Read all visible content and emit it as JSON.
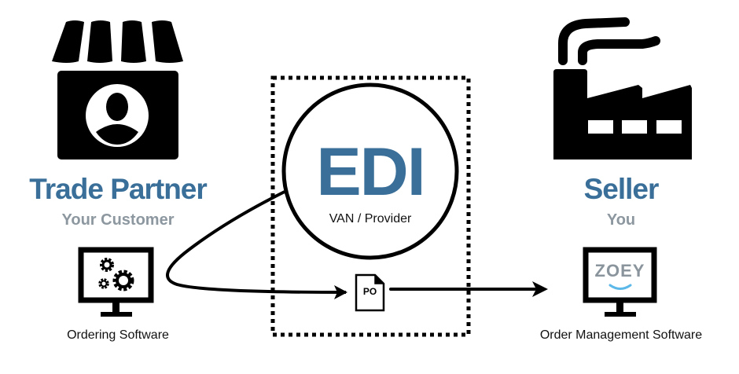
{
  "diagram": {
    "left": {
      "title": "Trade Partner",
      "subtitle": "Your Customer",
      "software_label": "Ordering Software",
      "icon": "storefront-person-icon",
      "software_icon": "monitor-gears-icon"
    },
    "center": {
      "title": "EDI",
      "subtitle": "VAN / Provider",
      "document_label": "PO",
      "icon": "document-icon"
    },
    "right": {
      "title": "Seller",
      "subtitle": "You",
      "software_label": "Order Management Software",
      "icon": "factory-icon",
      "software_icon": "monitor-zoey-icon",
      "logo_text": "ZOEY"
    },
    "colors": {
      "title": "#3a6f99",
      "subtitle": "#8c979f",
      "logo_text": "#8a949c",
      "logo_smile": "#5bb8e8",
      "ink": "#000000"
    }
  }
}
